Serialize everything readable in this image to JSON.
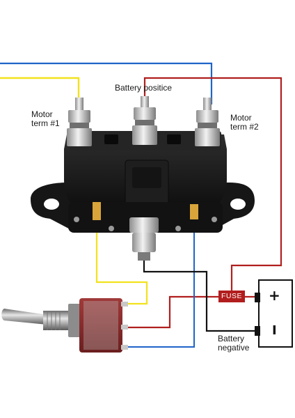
{
  "labels": {
    "motor_term_1": "Motor\nterm #1",
    "battery_positive": "Battery positice",
    "motor_term_2": "Motor\nterm #2",
    "fuse": "FUSE",
    "battery_negative": "Battery\nnegative",
    "battery_plus": "+",
    "battery_minus": "I"
  },
  "colors": {
    "wire_blue": "#1f63c9",
    "wire_yellow": "#f2e21c",
    "wire_red": "#b11e1e",
    "wire_black": "#111111",
    "fuse_fill": "#b21d1d",
    "solenoid_body": "#1c1c1c",
    "toggle_body": "#8a2a2a"
  },
  "icons": {
    "solenoid": "reversing-solenoid-icon",
    "switch": "toggle-switch-icon",
    "battery": "battery-icon"
  }
}
